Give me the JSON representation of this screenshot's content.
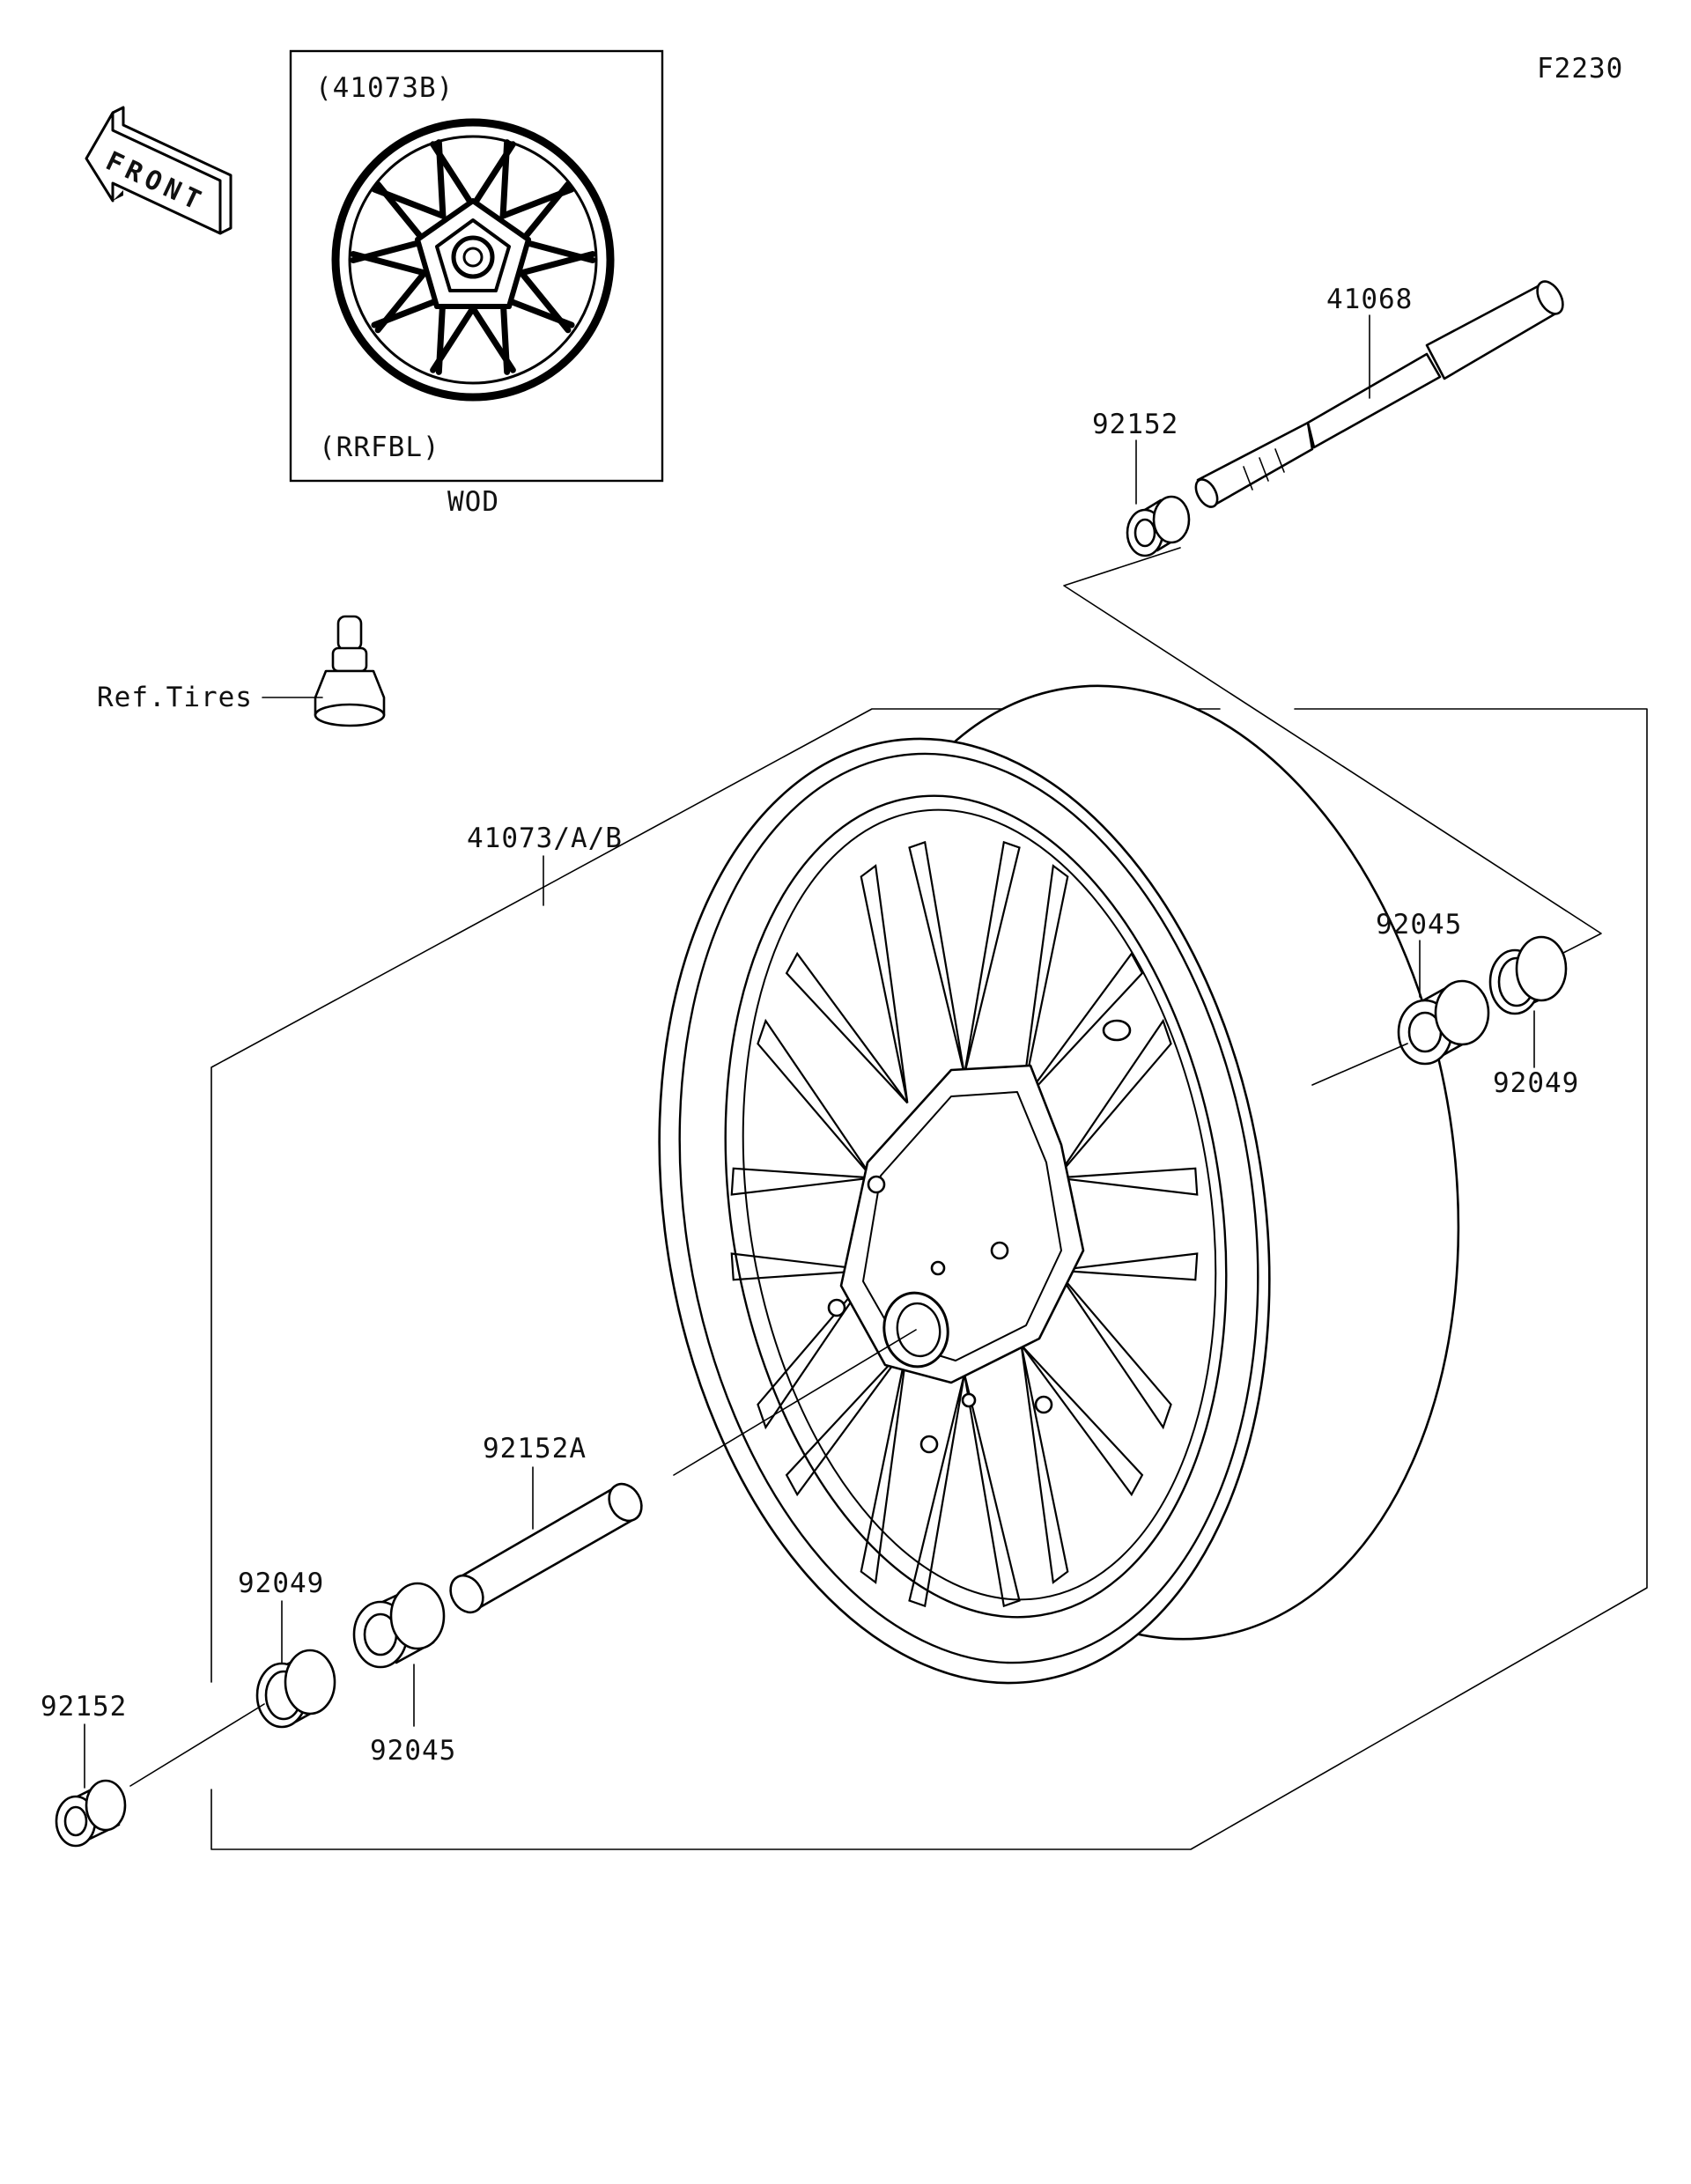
{
  "diagram_code": "F2230",
  "front_arrow_text": "FRONT",
  "inset": {
    "top_label": "(41073B)",
    "bottom_label": "(RRFBL)",
    "caption": "WOD"
  },
  "ref_label": "Ref.Tires",
  "parts": {
    "axle": "41068",
    "collar_right": "92152",
    "wheel": "41073/A/B",
    "bearing_right": "92045",
    "seal_right": "92049",
    "spacer": "92152A",
    "seal_left": "92049",
    "collar_left": "92152",
    "bearing_left": "92045"
  }
}
